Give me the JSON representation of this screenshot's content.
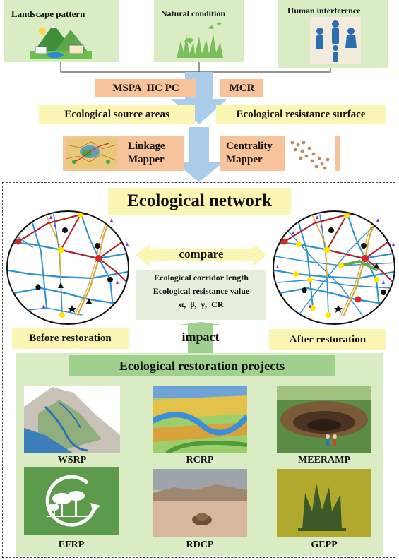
{
  "inputs": {
    "landscape": "Landscape pattern",
    "natural": "Natural condition",
    "human": "Human interference"
  },
  "methods": {
    "left": "MSPA  IIC PC",
    "right": "MCR"
  },
  "outputs": {
    "source": "Ecological source areas",
    "resistance": "Ecological resistance surface"
  },
  "tools": {
    "linkage": "Linkage Mapper",
    "centrality": "Centrality Mapper"
  },
  "network": {
    "title": "Ecological network",
    "compare": "compare",
    "metric1": "Ecological corridor length",
    "metric2": "Ecological resistance value",
    "metric3": "α,  β,  γ,  CR",
    "before": "Before restoration",
    "after": "After restoration",
    "impact": "impact"
  },
  "projects": {
    "title": "Ecological restoration projects",
    "items": [
      "WSRP",
      "RCRP",
      "MEERAMP",
      "EFRP",
      "RDCP",
      "GEPP"
    ]
  },
  "colors": {
    "green_box": "#d9ecc4",
    "orange_box": "#f6c39a",
    "yellow_box": "#fbf6b4",
    "arrow_blue": "#a9cdea",
    "corridor_blue": "#2f8fd0",
    "corridor_red": "#b3202a",
    "node_yellow": "#ffe600"
  }
}
